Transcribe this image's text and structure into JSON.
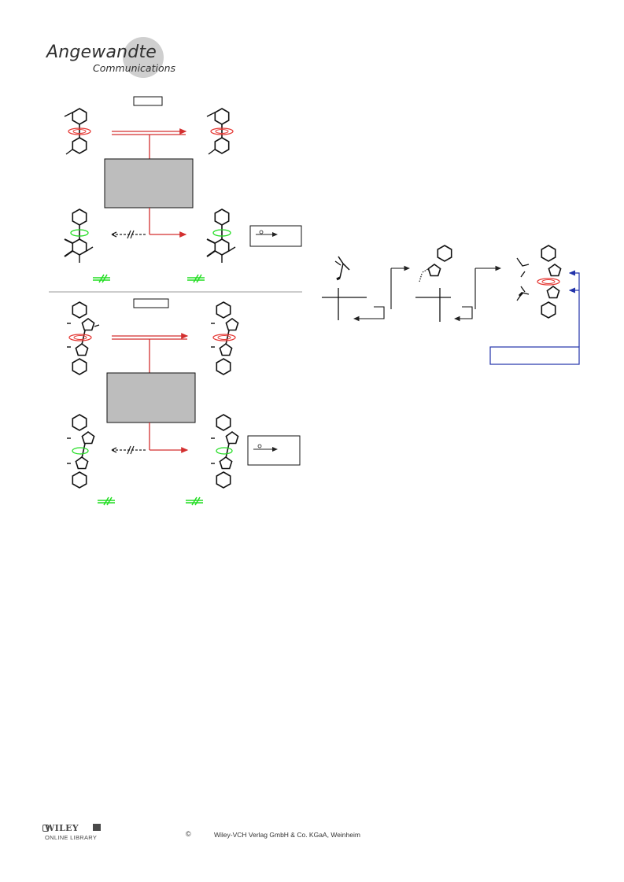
{
  "journal": {
    "title": "Angewandte",
    "subtitle": "Communications"
  },
  "footer": {
    "brand": "WILEY",
    "library": "ONLINE LIBRARY",
    "copyright_symbol": "©",
    "publisher": "Wiley-VCH Verlag GmbH & Co. KGaA, Weinheim"
  },
  "colors": {
    "rotation_barrier": "#e53935",
    "free_rotation": "#22dd22",
    "feedback_arrow": "#2233aa",
    "box_fill": "#bdbdbd"
  }
}
